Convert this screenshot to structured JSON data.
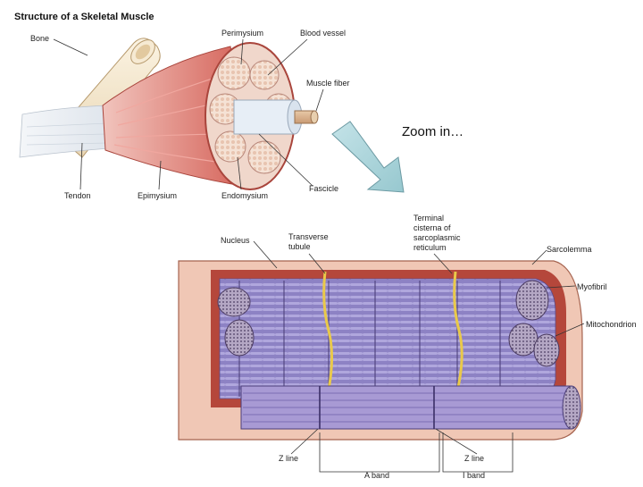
{
  "top_diagram": {
    "title": "Structure of a Skeletal Muscle",
    "labels": {
      "bone": "Bone",
      "perimysium": "Perimysium",
      "blood_vessel": "Blood vessel",
      "muscle_fiber": "Muscle fiber",
      "tendon": "Tendon",
      "epimysium": "Epimysium",
      "endomysium": "Endomysium",
      "fascicle": "Fascicle"
    }
  },
  "zoom_text": "Zoom in…",
  "bottom_diagram": {
    "labels": {
      "nucleus": "Nucleus",
      "transverse_tubule": [
        "Transverse",
        "tubule"
      ],
      "terminal_cisterna": [
        "Terminal",
        "cisterna of",
        "sarcoplasmic",
        "reticulum"
      ],
      "sarcolemma": "Sarcolemma",
      "myofibril": "Myofibril",
      "mitochondrion": "Mitochondrion",
      "z_line_left": "Z line",
      "z_line_right": "Z line",
      "a_band": "A band",
      "i_band": "I band"
    }
  },
  "colors": {
    "muscle_red": "#d9695f",
    "bone": "#f3e6cf",
    "tendon": "#e8ecf2",
    "arrow_fill": "#a9d3d9",
    "myofibril": "#8b7cc2",
    "sarcoplasm_red": "#b5473b",
    "mitochondria": "#9c8aa8"
  }
}
